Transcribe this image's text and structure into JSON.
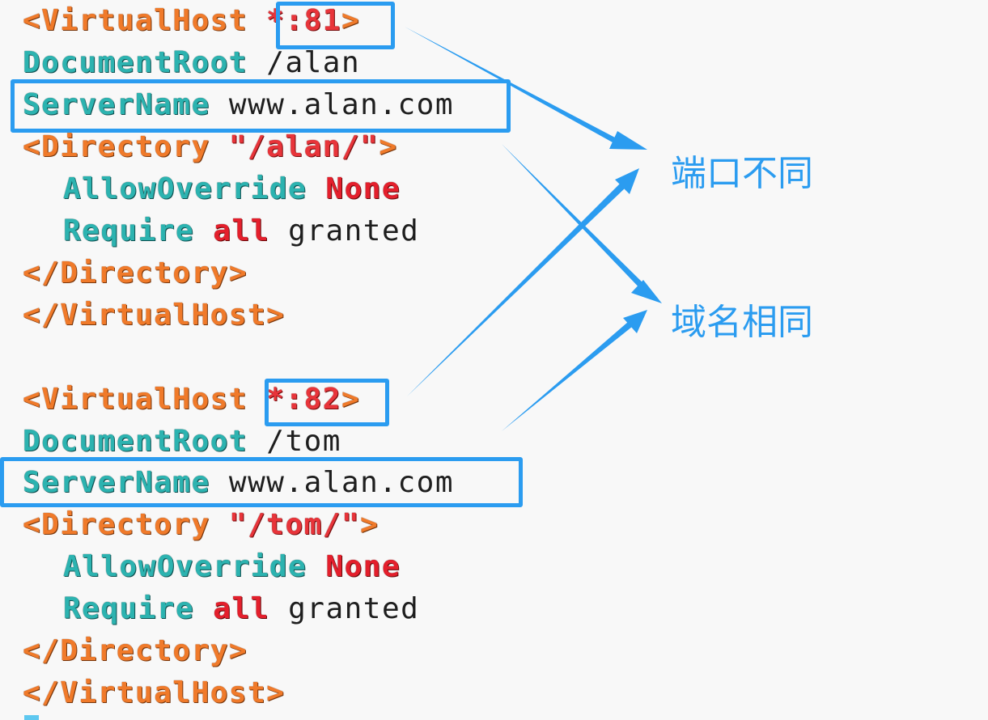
{
  "code_lines": [
    [
      {
        "t": "<VirtualHost ",
        "c": "tag"
      },
      {
        "t": "*:81",
        "c": "port"
      },
      {
        "t": ">",
        "c": "tag"
      }
    ],
    [
      {
        "t": "DocumentRoot",
        "c": "kw"
      },
      {
        "t": " /alan",
        "c": "plain"
      }
    ],
    [
      {
        "t": "ServerName",
        "c": "kw"
      },
      {
        "t": " www.alan.com",
        "c": "plain"
      }
    ],
    [
      {
        "t": "<Directory ",
        "c": "tag"
      },
      {
        "t": "\"/alan/\"",
        "c": "str"
      },
      {
        "t": ">",
        "c": "tag"
      }
    ],
    [
      {
        "t": "AllowOverride",
        "c": "kw"
      },
      {
        "t": " ",
        "c": "plain"
      },
      {
        "t": "None",
        "c": "red"
      }
    ],
    [
      {
        "t": "Require",
        "c": "kw"
      },
      {
        "t": " ",
        "c": "plain"
      },
      {
        "t": "all",
        "c": "red"
      },
      {
        "t": " granted",
        "c": "plain"
      }
    ],
    [
      {
        "t": "</Directory>",
        "c": "tag"
      }
    ],
    [
      {
        "t": "</VirtualHost>",
        "c": "tag"
      }
    ],
    [],
    [
      {
        "t": "<VirtualHost ",
        "c": "tag"
      },
      {
        "t": "*:82",
        "c": "port"
      },
      {
        "t": ">",
        "c": "tag"
      }
    ],
    [
      {
        "t": "DocumentRoot",
        "c": "kw"
      },
      {
        "t": " /tom",
        "c": "plain"
      }
    ],
    [
      {
        "t": "ServerName",
        "c": "kw"
      },
      {
        "t": " www.alan.com",
        "c": "plain"
      }
    ],
    [
      {
        "t": "<Directory ",
        "c": "tag"
      },
      {
        "t": "\"/tom/\"",
        "c": "str"
      },
      {
        "t": ">",
        "c": "tag"
      }
    ],
    [
      {
        "t": "AllowOverride",
        "c": "kw"
      },
      {
        "t": " ",
        "c": "plain"
      },
      {
        "t": "None",
        "c": "red"
      }
    ],
    [
      {
        "t": "Require",
        "c": "kw"
      },
      {
        "t": " ",
        "c": "plain"
      },
      {
        "t": "all",
        "c": "red"
      },
      {
        "t": " granted",
        "c": "plain"
      }
    ],
    [
      {
        "t": "</Directory>",
        "c": "tag"
      }
    ],
    [
      {
        "t": "</VirtualHost>",
        "c": "tag"
      }
    ]
  ],
  "annotations": {
    "port_label": "端口不同",
    "domain_label": "域名相同"
  },
  "colors": {
    "highlight": "#2b9cf0",
    "tag": "#f07a2a",
    "keyword": "#2cb3b0",
    "value_red": "#e41f2c"
  }
}
